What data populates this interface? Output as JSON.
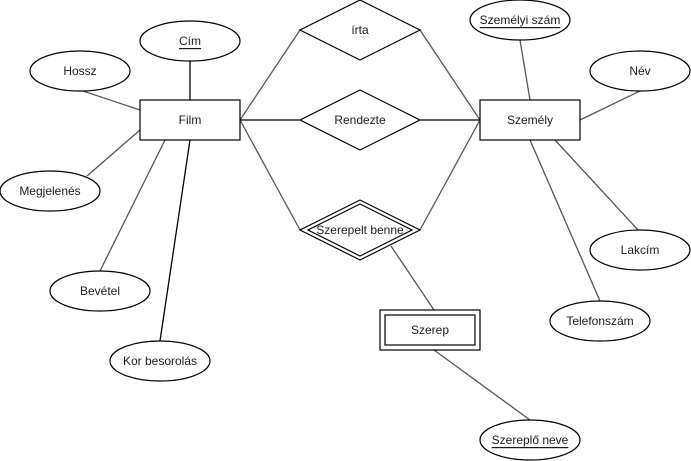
{
  "diagram": {
    "type": "er-diagram",
    "entities": [
      {
        "id": "film",
        "label": "Film",
        "weak": false
      },
      {
        "id": "szemely",
        "label": "Személy",
        "weak": false
      },
      {
        "id": "szerep",
        "label": "Szerep",
        "weak": true
      }
    ],
    "relationships": [
      {
        "id": "irta",
        "label": "írta",
        "identifying": false
      },
      {
        "id": "rendezte",
        "label": "Rendezte",
        "identifying": false
      },
      {
        "id": "szerepelt",
        "label": "Szerepelt benne",
        "identifying": true
      }
    ],
    "attributes": [
      {
        "id": "cim",
        "label": "Cím",
        "key": true,
        "owner": "film"
      },
      {
        "id": "hossz",
        "label": "Hossz",
        "key": false,
        "owner": "film"
      },
      {
        "id": "megjelenes",
        "label": "Megjelenés",
        "key": false,
        "owner": "film"
      },
      {
        "id": "bevetel",
        "label": "Bevétel",
        "key": false,
        "owner": "film"
      },
      {
        "id": "kor",
        "label": "Kor besorolás",
        "key": false,
        "owner": "film"
      },
      {
        "id": "szemelyiszam",
        "label": "Személyi szám",
        "key": true,
        "owner": "szemely"
      },
      {
        "id": "nev",
        "label": "Név",
        "key": false,
        "owner": "szemely"
      },
      {
        "id": "lakcim",
        "label": "Lakcím",
        "key": false,
        "owner": "szemely"
      },
      {
        "id": "telefon",
        "label": "Telefonszám",
        "key": false,
        "owner": "szemely"
      },
      {
        "id": "szereplonev",
        "label": "Szereplő neve",
        "key": true,
        "owner": "szerep"
      }
    ],
    "links": [
      [
        "film",
        "irta"
      ],
      [
        "irta",
        "szemely"
      ],
      [
        "film",
        "rendezte"
      ],
      [
        "rendezte",
        "szemely"
      ],
      [
        "film",
        "szerepelt"
      ],
      [
        "szerepelt",
        "szemely"
      ],
      [
        "szerepelt",
        "szerep"
      ]
    ]
  }
}
